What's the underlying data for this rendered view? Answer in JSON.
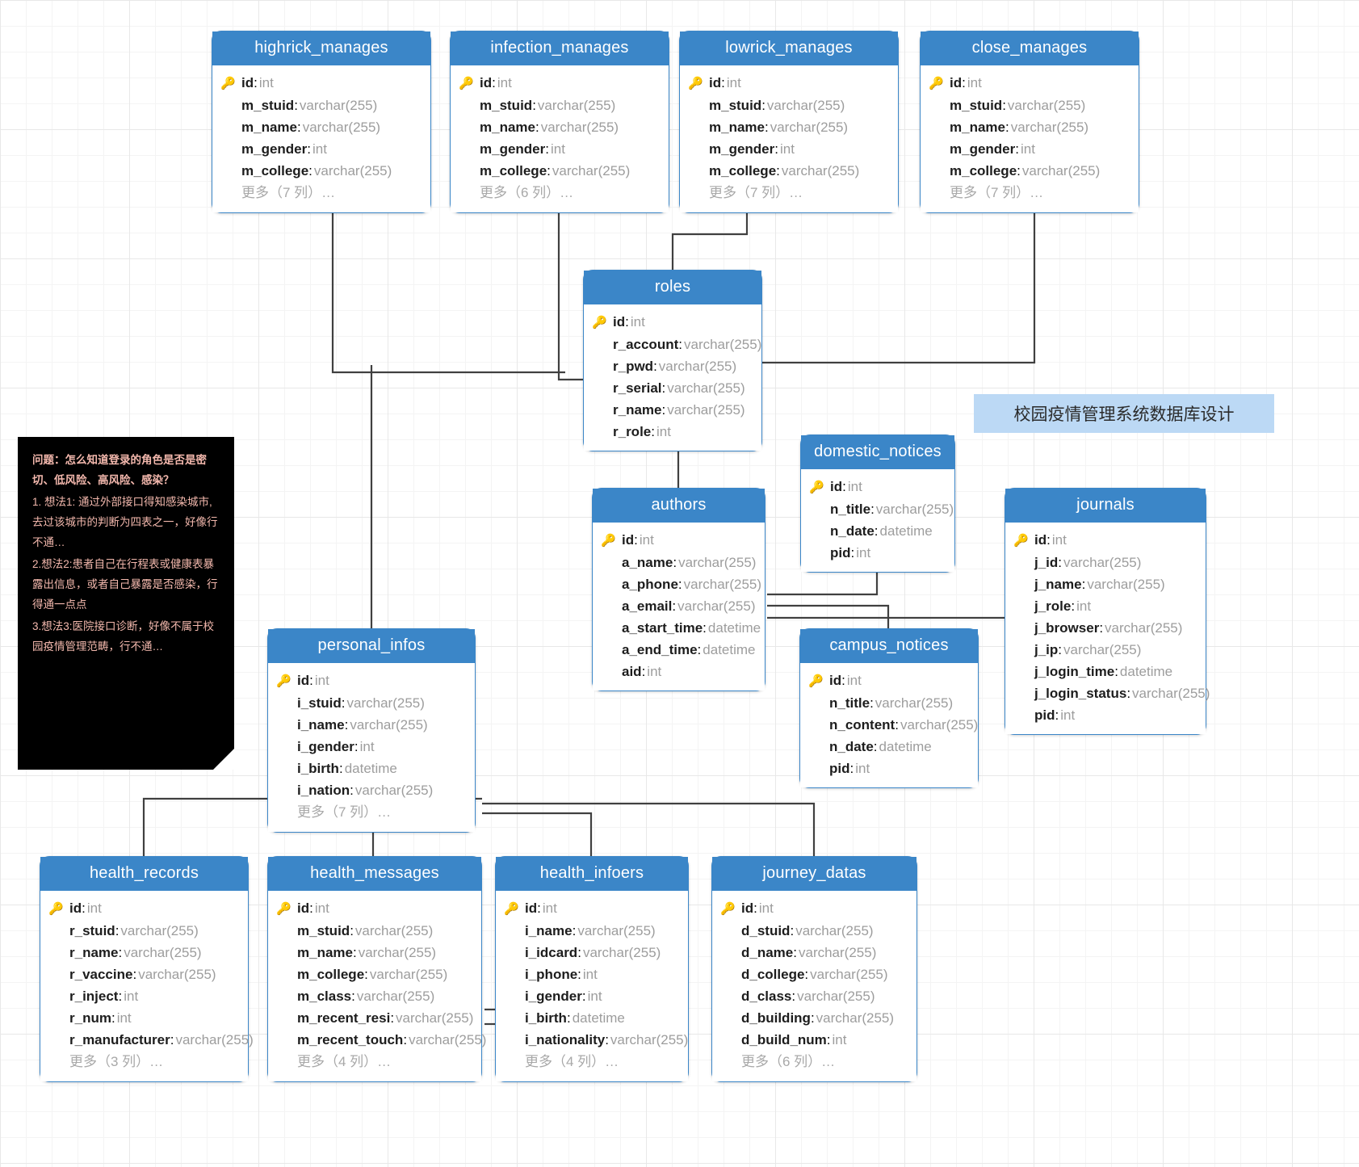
{
  "diagram": {
    "banner_label": "校园疫情管理系统数据库设计",
    "colors": {
      "header": "#3b86c8",
      "card_border": "#3b86c8",
      "field_name": "#1d1d1d",
      "field_type": "#9d9d9d",
      "note_bg": "#000000",
      "note_text": "#f3b8ad",
      "banner_bg": "#bcd9f5",
      "wire": "#404040"
    },
    "key_icon": "🔑"
  },
  "note": {
    "title": "问题：怎么知道登录的角色是否是密切、低风险、高风险、感染？",
    "lines": [
      "1. 想法1: 通过外部接口得知感染城市, 去过该城市的判断为四表之一，好像行不通…",
      "2.想法2:患者自己在行程表或健康表暴露出信息，或者自己暴露是否感染，行得通一点点",
      "3.想法3:医院接口诊断，好像不属于校园疫情管理范畴，行不通…"
    ]
  },
  "tables": [
    {
      "name": "highrick_manages",
      "fields": [
        {
          "name": "id",
          "type": "int",
          "pk": true
        },
        {
          "name": "m_stuid",
          "type": "varchar(255)",
          "pk": false
        },
        {
          "name": "m_name",
          "type": "varchar(255)",
          "pk": false
        },
        {
          "name": "m_gender",
          "type": "int",
          "pk": false
        },
        {
          "name": "m_college",
          "type": "varchar(255)",
          "pk": false
        }
      ],
      "more": "更多（7 列）…"
    },
    {
      "name": "infection_manages",
      "fields": [
        {
          "name": "id",
          "type": "int",
          "pk": true
        },
        {
          "name": "m_stuid",
          "type": "varchar(255)",
          "pk": false
        },
        {
          "name": "m_name",
          "type": "varchar(255)",
          "pk": false
        },
        {
          "name": "m_gender",
          "type": "int",
          "pk": false
        },
        {
          "name": "m_college",
          "type": "varchar(255)",
          "pk": false
        }
      ],
      "more": "更多（6 列）…"
    },
    {
      "name": "lowrick_manages",
      "fields": [
        {
          "name": "id",
          "type": "int",
          "pk": true
        },
        {
          "name": "m_stuid",
          "type": "varchar(255)",
          "pk": false
        },
        {
          "name": "m_name",
          "type": "varchar(255)",
          "pk": false
        },
        {
          "name": "m_gender",
          "type": "int",
          "pk": false
        },
        {
          "name": "m_college",
          "type": "varchar(255)",
          "pk": false
        }
      ],
      "more": "更多（7 列）…"
    },
    {
      "name": "close_manages",
      "fields": [
        {
          "name": "id",
          "type": "int",
          "pk": true
        },
        {
          "name": "m_stuid",
          "type": "varchar(255)",
          "pk": false
        },
        {
          "name": "m_name",
          "type": "varchar(255)",
          "pk": false
        },
        {
          "name": "m_gender",
          "type": "int",
          "pk": false
        },
        {
          "name": "m_college",
          "type": "varchar(255)",
          "pk": false
        }
      ],
      "more": "更多（7 列）…"
    },
    {
      "name": "roles",
      "fields": [
        {
          "name": "id",
          "type": "int",
          "pk": true
        },
        {
          "name": "r_account",
          "type": "varchar(255)",
          "pk": false
        },
        {
          "name": "r_pwd",
          "type": "varchar(255)",
          "pk": false
        },
        {
          "name": "r_serial",
          "type": "varchar(255)",
          "pk": false
        },
        {
          "name": "r_name",
          "type": "varchar(255)",
          "pk": false
        },
        {
          "name": "r_role",
          "type": "int",
          "pk": false
        }
      ],
      "more": ""
    },
    {
      "name": "domestic_notices",
      "fields": [
        {
          "name": "id",
          "type": "int",
          "pk": true
        },
        {
          "name": "n_title",
          "type": "varchar(255)",
          "pk": false
        },
        {
          "name": "n_date",
          "type": "datetime",
          "pk": false
        },
        {
          "name": "pid",
          "type": "int",
          "pk": false
        }
      ],
      "more": ""
    },
    {
      "name": "journals",
      "fields": [
        {
          "name": "id",
          "type": "int",
          "pk": true
        },
        {
          "name": "j_id",
          "type": "varchar(255)",
          "pk": false
        },
        {
          "name": "j_name",
          "type": "varchar(255)",
          "pk": false
        },
        {
          "name": "j_role",
          "type": "int",
          "pk": false
        },
        {
          "name": "j_browser",
          "type": "varchar(255)",
          "pk": false
        },
        {
          "name": "j_ip",
          "type": "varchar(255)",
          "pk": false
        },
        {
          "name": "j_login_time",
          "type": "datetime",
          "pk": false
        },
        {
          "name": "j_login_status",
          "type": "varchar(255)",
          "pk": false
        },
        {
          "name": "pid",
          "type": "int",
          "pk": false
        }
      ],
      "more": ""
    },
    {
      "name": "authors",
      "fields": [
        {
          "name": "id",
          "type": "int",
          "pk": true
        },
        {
          "name": "a_name",
          "type": "varchar(255)",
          "pk": false
        },
        {
          "name": "a_phone",
          "type": "varchar(255)",
          "pk": false
        },
        {
          "name": "a_email",
          "type": "varchar(255)",
          "pk": false
        },
        {
          "name": "a_start_time",
          "type": "datetime",
          "pk": false
        },
        {
          "name": "a_end_time",
          "type": "datetime",
          "pk": false
        },
        {
          "name": "aid",
          "type": "int",
          "pk": false
        }
      ],
      "more": ""
    },
    {
      "name": "campus_notices",
      "fields": [
        {
          "name": "id",
          "type": "int",
          "pk": true
        },
        {
          "name": "n_title",
          "type": "varchar(255)",
          "pk": false
        },
        {
          "name": "n_content",
          "type": "varchar(255)",
          "pk": false
        },
        {
          "name": "n_date",
          "type": "datetime",
          "pk": false
        },
        {
          "name": "pid",
          "type": "int",
          "pk": false
        }
      ],
      "more": ""
    },
    {
      "name": "personal_infos",
      "fields": [
        {
          "name": "id",
          "type": "int",
          "pk": true
        },
        {
          "name": "i_stuid",
          "type": "varchar(255)",
          "pk": false
        },
        {
          "name": "i_name",
          "type": "varchar(255)",
          "pk": false
        },
        {
          "name": "i_gender",
          "type": "int",
          "pk": false
        },
        {
          "name": "i_birth",
          "type": "datetime",
          "pk": false
        },
        {
          "name": "i_nation",
          "type": "varchar(255)",
          "pk": false
        }
      ],
      "more": "更多（7 列）…"
    },
    {
      "name": "health_records",
      "fields": [
        {
          "name": "id",
          "type": "int",
          "pk": true
        },
        {
          "name": "r_stuid",
          "type": "varchar(255)",
          "pk": false
        },
        {
          "name": "r_name",
          "type": "varchar(255)",
          "pk": false
        },
        {
          "name": "r_vaccine",
          "type": "varchar(255)",
          "pk": false
        },
        {
          "name": "r_inject",
          "type": "int",
          "pk": false
        },
        {
          "name": "r_num",
          "type": "int",
          "pk": false
        },
        {
          "name": "r_manufacturer",
          "type": "varchar(255)",
          "pk": false
        }
      ],
      "more": "更多（3 列）…"
    },
    {
      "name": "health_messages",
      "fields": [
        {
          "name": "id",
          "type": "int",
          "pk": true
        },
        {
          "name": "m_stuid",
          "type": "varchar(255)",
          "pk": false
        },
        {
          "name": "m_name",
          "type": "varchar(255)",
          "pk": false
        },
        {
          "name": "m_college",
          "type": "varchar(255)",
          "pk": false
        },
        {
          "name": "m_class",
          "type": "varchar(255)",
          "pk": false
        },
        {
          "name": "m_recent_resi",
          "type": "varchar(255)",
          "pk": false
        },
        {
          "name": "m_recent_touch",
          "type": "varchar(255)",
          "pk": false
        }
      ],
      "more": "更多（4 列）…"
    },
    {
      "name": "health_infoers",
      "fields": [
        {
          "name": "id",
          "type": "int",
          "pk": true
        },
        {
          "name": "i_name",
          "type": "varchar(255)",
          "pk": false
        },
        {
          "name": "i_idcard",
          "type": "varchar(255)",
          "pk": false
        },
        {
          "name": "i_phone",
          "type": "int",
          "pk": false
        },
        {
          "name": "i_gender",
          "type": "int",
          "pk": false
        },
        {
          "name": "i_birth",
          "type": "datetime",
          "pk": false
        },
        {
          "name": "i_nationality",
          "type": "varchar(255)",
          "pk": false
        }
      ],
      "more": "更多（4 列）…"
    },
    {
      "name": "journey_datas",
      "fields": [
        {
          "name": "id",
          "type": "int",
          "pk": true
        },
        {
          "name": "d_stuid",
          "type": "varchar(255)",
          "pk": false
        },
        {
          "name": "d_name",
          "type": "varchar(255)",
          "pk": false
        },
        {
          "name": "d_college",
          "type": "varchar(255)",
          "pk": false
        },
        {
          "name": "d_class",
          "type": "varchar(255)",
          "pk": false
        },
        {
          "name": "d_building",
          "type": "varchar(255)",
          "pk": false
        },
        {
          "name": "d_build_num",
          "type": "int",
          "pk": false
        }
      ],
      "more": "更多（6 列）…"
    }
  ]
}
